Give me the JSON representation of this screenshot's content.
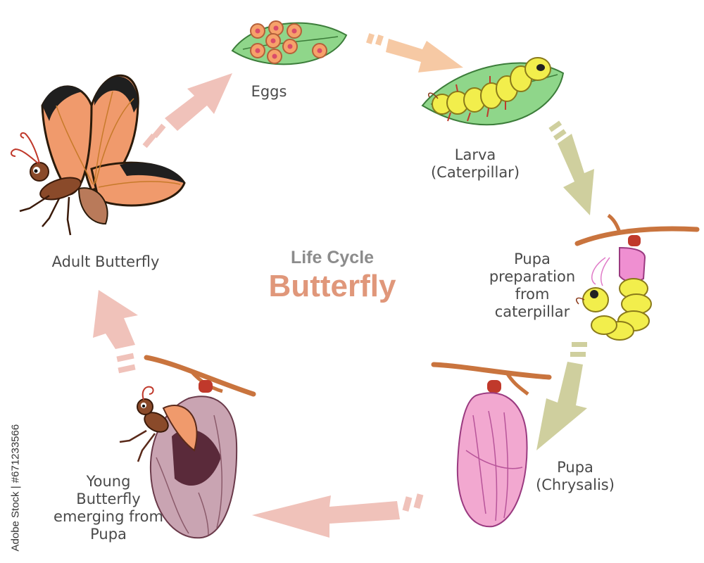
{
  "title": {
    "line1": "Life Cycle",
    "line2": "Butterfly"
  },
  "stages": [
    {
      "id": "eggs",
      "label": "Eggs"
    },
    {
      "id": "larva",
      "label": "Larva\n(Caterpillar)"
    },
    {
      "id": "prepupa",
      "label": "Pupa\npreparation\nfrom\ncaterpillar"
    },
    {
      "id": "pupa",
      "label": "Pupa\n(Chrysalis)"
    },
    {
      "id": "emerging",
      "label": "Young\nButterfly\nemerging from\nPupa"
    },
    {
      "id": "adult",
      "label": "Adult  Butterfly"
    }
  ],
  "credit": "Adobe Stock | #671233566",
  "colors": {
    "arrow_peach": "#f6c9a4",
    "arrow_olive": "#cfcf9e",
    "arrow_rose": "#f0c2ba",
    "leaf": "#8fd68a",
    "egg": "#f6a26a",
    "caterpillar": "#f2ee4c",
    "chrysalis": "#f2a8d0",
    "wing_orange": "#f09a6c",
    "branch": "#c9743e"
  }
}
